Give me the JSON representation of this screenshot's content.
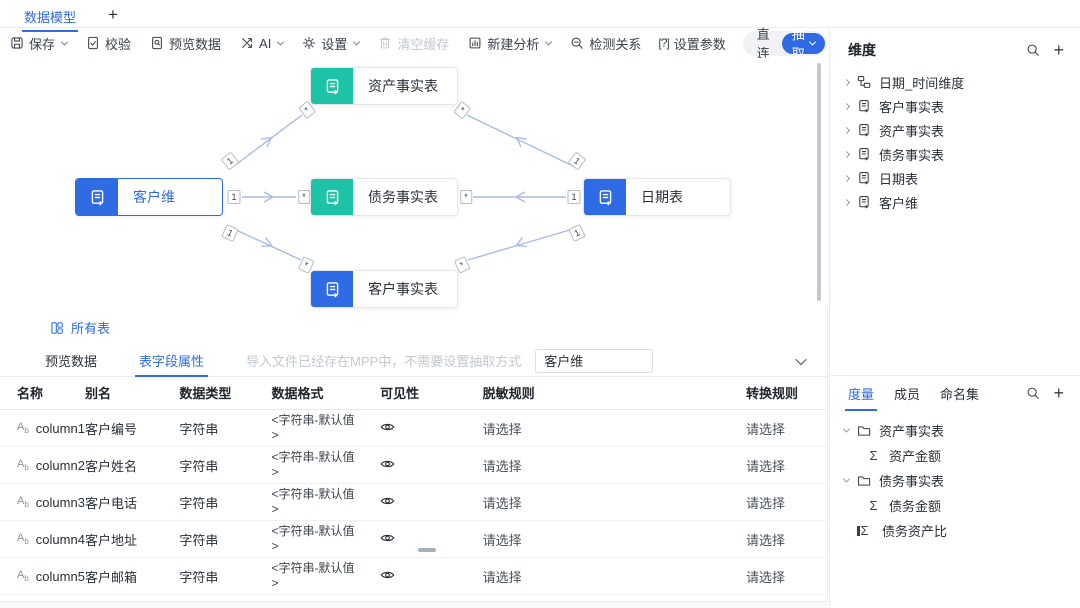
{
  "colors": {
    "primary_blue": "#2F6BE4",
    "teal": "#1EC2A6",
    "text_dark": "#2A2F38",
    "disabled_gray": "#C3C8D0",
    "wire_blue": "#A9BCDF"
  },
  "tab_bar": {
    "active_tab": "数据模型",
    "add_button": "+"
  },
  "toolbar": {
    "save": "保存",
    "validate": "校验",
    "preview_data": "预览数据",
    "ai": "AI",
    "settings": "设置",
    "clear_cache": "清空缓存",
    "new_analysis": "新建分析",
    "detect_relations": "检测关系",
    "set_params": "设置参数",
    "params_glyph": "[?]",
    "mode_direct": "直连",
    "mode_extract": "抽取",
    "mode_selected": "抽取"
  },
  "canvas": {
    "nodes": [
      {
        "label": "客户维",
        "color": "blue",
        "selected": true
      },
      {
        "label": "资产事实表",
        "color": "teal",
        "selected": false
      },
      {
        "label": "债务事实表",
        "color": "teal",
        "selected": false
      },
      {
        "label": "客户事实表",
        "color": "blue",
        "selected": false
      },
      {
        "label": "日期表",
        "color": "blue",
        "selected": false
      }
    ],
    "relations": [
      {
        "from": "客户维",
        "to": "资产事实表",
        "from_card": "1",
        "to_card": "*"
      },
      {
        "from": "客户维",
        "to": "债务事实表",
        "from_card": "1",
        "to_card": "*"
      },
      {
        "from": "客户维",
        "to": "客户事实表",
        "from_card": "1",
        "to_card": "*"
      },
      {
        "from": "日期表",
        "to": "资产事实表",
        "from_card": "1",
        "to_card": "*"
      },
      {
        "from": "日期表",
        "to": "债务事实表",
        "from_card": "1",
        "to_card": "*"
      },
      {
        "from": "日期表",
        "to": "客户事实表",
        "from_card": "1",
        "to_card": "*"
      }
    ]
  },
  "bottom_panel": {
    "all_tables": "所有表",
    "tabs": {
      "preview": "预览数据",
      "field_props": "表字段属性",
      "active": "表字段属性"
    },
    "hint": "导入文件已经存在MPP中，不需要设置抽取方式",
    "table_name_input": "客户维",
    "columns": [
      "名称",
      "别名",
      "数据类型",
      "数据格式",
      "可见性",
      "脱敏规则",
      "转换规则"
    ],
    "rows": [
      {
        "name": "column1",
        "alias": "客户编号",
        "data_type": "字符串",
        "data_format": "<字符串-默认值>",
        "mask_rule": "请选择",
        "transform_rule": "请选择"
      },
      {
        "name": "column2",
        "alias": "客户姓名",
        "data_type": "字符串",
        "data_format": "<字符串-默认值>",
        "mask_rule": "请选择",
        "transform_rule": "请选择"
      },
      {
        "name": "column3",
        "alias": "客户电话",
        "data_type": "字符串",
        "data_format": "<字符串-默认值>",
        "mask_rule": "请选择",
        "transform_rule": "请选择"
      },
      {
        "name": "column4",
        "alias": "客户地址",
        "data_type": "字符串",
        "data_format": "<字符串-默认值>",
        "mask_rule": "请选择",
        "transform_rule": "请选择"
      },
      {
        "name": "column5",
        "alias": "客户邮箱",
        "data_type": "字符串",
        "data_format": "<字符串-默认值>",
        "mask_rule": "请选择",
        "transform_rule": "请选择"
      }
    ]
  },
  "dimensions_panel": {
    "title": "维度",
    "items": [
      {
        "label": "日期_时间维度",
        "icon": "hierarchy-icon"
      },
      {
        "label": "客户事实表",
        "icon": "table-icon"
      },
      {
        "label": "资产事实表",
        "icon": "table-icon"
      },
      {
        "label": "债务事实表",
        "icon": "table-icon"
      },
      {
        "label": "日期表",
        "icon": "table-icon"
      },
      {
        "label": "客户维",
        "icon": "table-icon"
      }
    ]
  },
  "measures_panel": {
    "tabs": [
      "度量",
      "成员",
      "命名集"
    ],
    "active_tab": "度量",
    "tree": [
      {
        "label": "资产事实表",
        "icon": "folder-icon",
        "level": 0,
        "expanded": true
      },
      {
        "label": "资产金额",
        "icon": "sigma-icon",
        "level": 1
      },
      {
        "label": "债务事实表",
        "icon": "folder-icon",
        "level": 0,
        "expanded": true
      },
      {
        "label": "债务金额",
        "icon": "sigma-icon",
        "level": 1
      },
      {
        "label": "债务资产比",
        "icon": "calc-sigma-icon",
        "level": 0
      }
    ]
  }
}
